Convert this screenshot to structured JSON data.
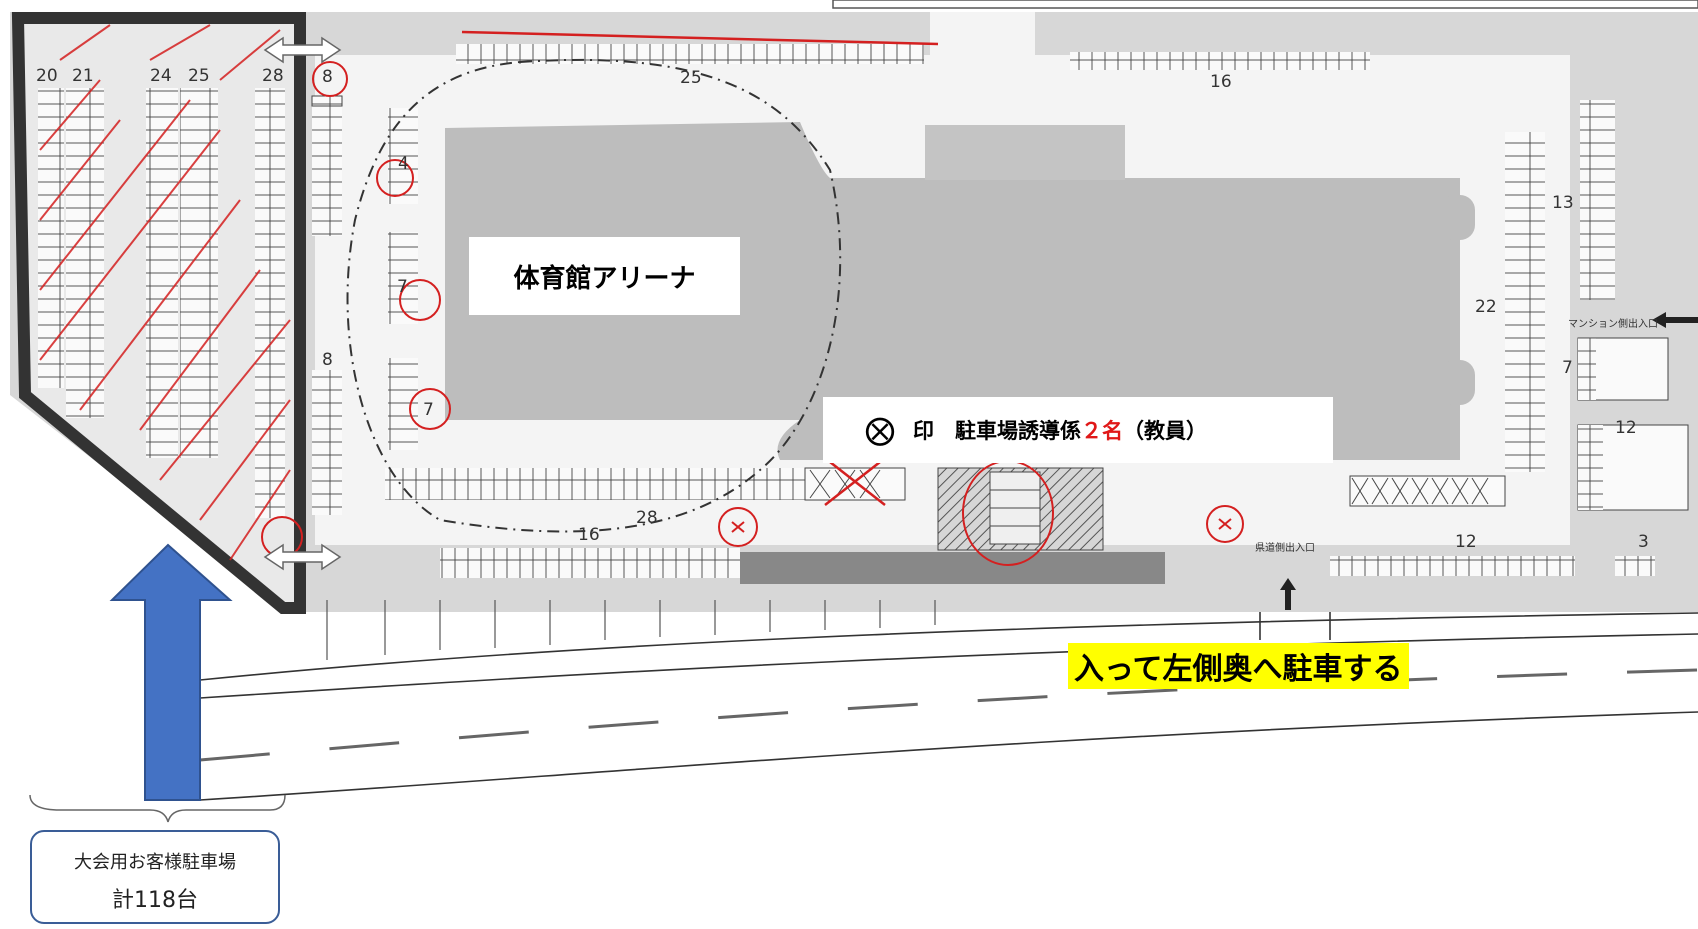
{
  "arena_label": "体育館アリーナ",
  "guide": {
    "marker": "⨂",
    "prefix": "印　駐車場誘導係",
    "count": "２名",
    "suffix": "（教員）"
  },
  "instruction": "入って左側奥へ駐車する",
  "callout": {
    "line1": "大会用お客様駐車場",
    "line2": "計118台"
  },
  "row_labels": {
    "r20": "20",
    "r21": "21",
    "r24": "24",
    "r25": "25",
    "r28_left": "28",
    "r8_top": "8",
    "r8_mid": "8",
    "r4": "4",
    "r7_a": "7",
    "r7_b": "7",
    "r25_top": "25",
    "r16_top": "16",
    "r13": "13",
    "r22": "22",
    "r7_right": "7",
    "r12_right": "12",
    "r28_bottom": "28",
    "r16_bottom": "16",
    "r12_bottom": "12",
    "r3": "3"
  },
  "entrances": {
    "mansion": "マンション側出入口",
    "prefectural_road": "県道側出入口"
  },
  "colors": {
    "red_mark": "#d42020",
    "arrow_blue": "#4472c4",
    "arrow_outline": "#2f528f",
    "gray_area": "#cfcfcf",
    "highlight": "#ffff00"
  }
}
